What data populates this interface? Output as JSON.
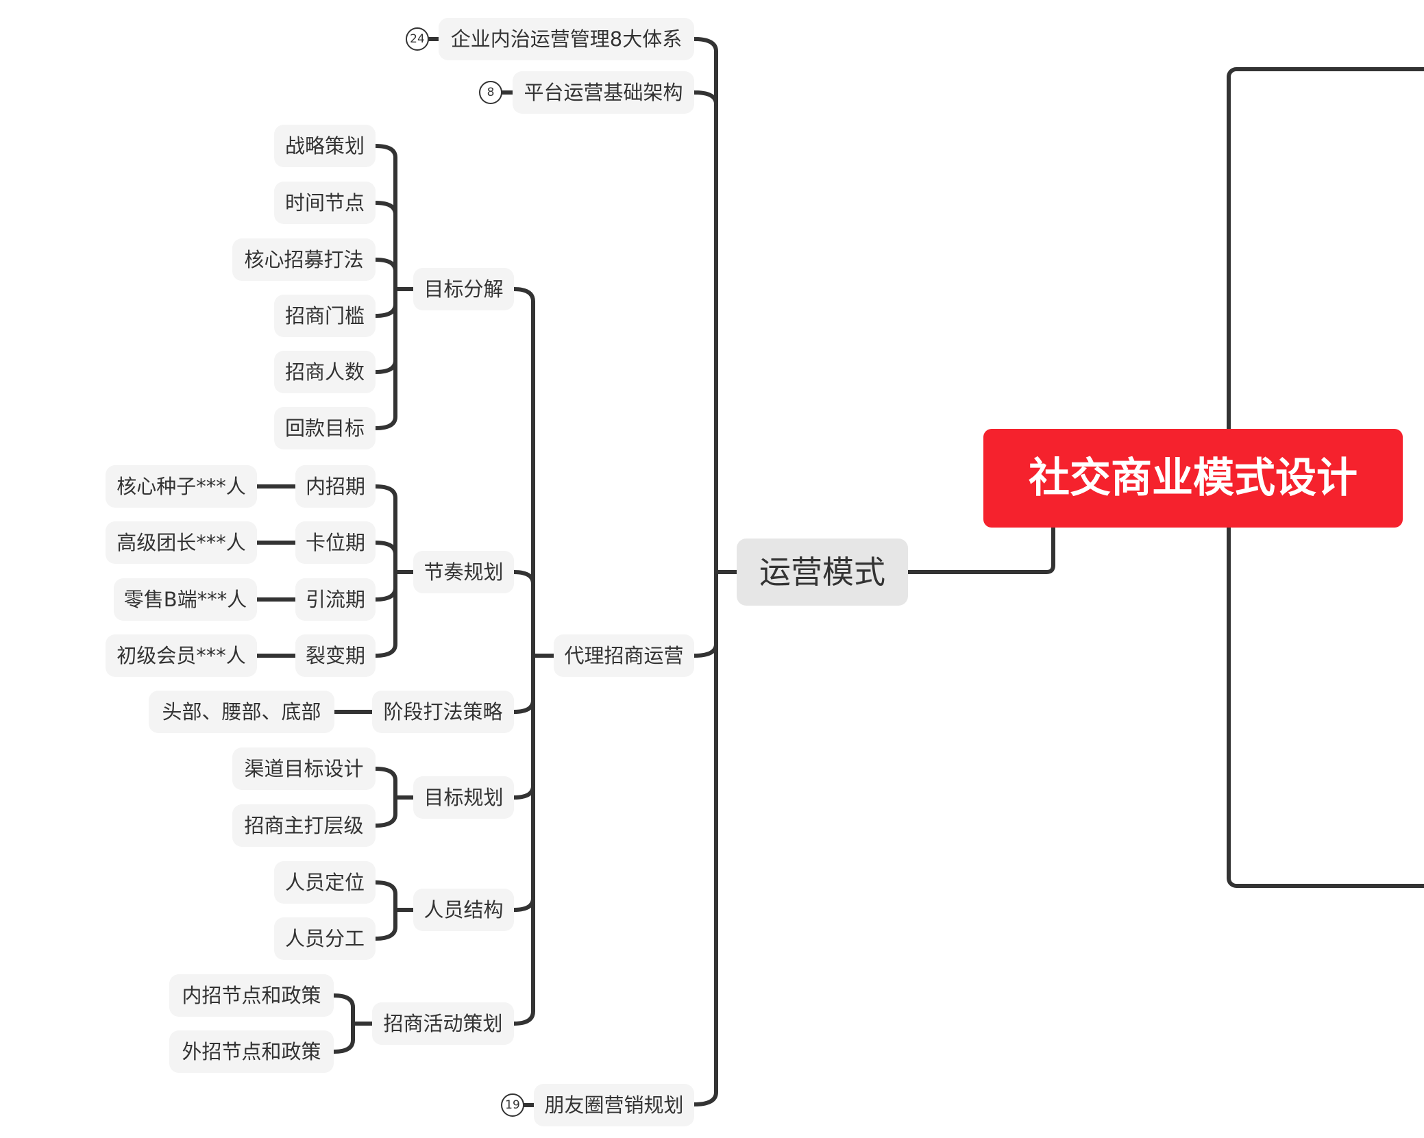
{
  "root": {
    "label": "社交商业模式设计"
  },
  "main_topic": {
    "label": "运营模式"
  },
  "branches": {
    "internal_system": {
      "label": "企业内治运营管理8大体系",
      "badge": "24"
    },
    "platform": {
      "label": "平台运营基础架构",
      "badge": "8"
    },
    "agency": {
      "label": "代理招商运营"
    },
    "moments": {
      "label": "朋友圈营销规划",
      "badge": "19"
    }
  },
  "agency_children": {
    "target_breakdown": {
      "label": "目标分解",
      "items": [
        "战略策划",
        "时间节点",
        "核心招募打法",
        "招商门槛",
        "招商人数",
        "回款目标"
      ]
    },
    "rhythm": {
      "label": "节奏规划",
      "phases": [
        {
          "label": "内招期",
          "detail": "核心种子***人"
        },
        {
          "label": "卡位期",
          "detail": "高级团长***人"
        },
        {
          "label": "引流期",
          "detail": "零售B端***人"
        },
        {
          "label": "裂变期",
          "detail": "初级会员***人"
        }
      ]
    },
    "stage_strategy": {
      "label": "阶段打法策略",
      "detail": "头部、腰部、底部"
    },
    "target_plan": {
      "label": "目标规划",
      "items": [
        "渠道目标设计",
        "招商主打层级"
      ]
    },
    "staffing": {
      "label": "人员结构",
      "items": [
        "人员定位",
        "人员分工"
      ]
    },
    "campaign": {
      "label": "招商活动策划",
      "items": [
        "内招节点和政策",
        "外招节点和政策"
      ]
    }
  }
}
